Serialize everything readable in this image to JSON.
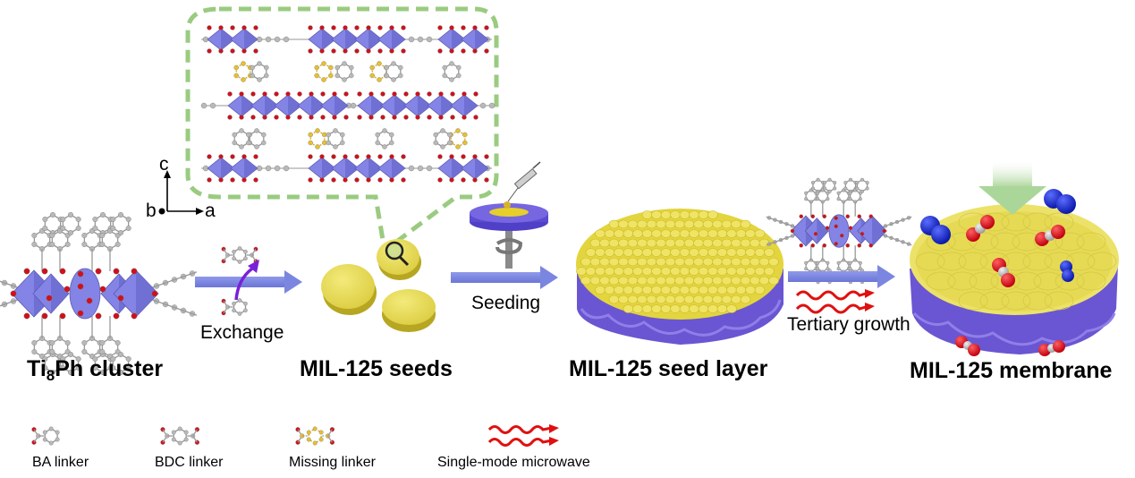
{
  "figure": {
    "stages": [
      {
        "id": "ti8ph-cluster",
        "title_main": "Ti",
        "title_sub": "8",
        "title_rest": "Ph cluster"
      },
      {
        "id": "mil125-seeds",
        "title": "MIL-125 seeds"
      },
      {
        "id": "mil125-seed-layer",
        "title": "MIL-125 seed layer"
      },
      {
        "id": "mil125-membrane",
        "title": "MIL-125 membrane"
      }
    ],
    "steps": [
      {
        "id": "exchange",
        "label": "Exchange"
      },
      {
        "id": "seeding",
        "label": "Seeding"
      },
      {
        "id": "tertiary-growth",
        "label": "Tertiary growth"
      }
    ],
    "axes": {
      "c": "c",
      "b": "b",
      "a": "a"
    },
    "legend": [
      {
        "id": "ba-linker",
        "label": "BA linker"
      },
      {
        "id": "bdc-linker",
        "label": "BDC linker"
      },
      {
        "id": "missing-linker",
        "label": "Missing linker"
      },
      {
        "id": "microwave",
        "label": "Single-mode microwave"
      }
    ],
    "colors": {
      "ti_polyhedra": "#8484e6",
      "oxygen": "#d0101a",
      "carbon": "#b9b9b9",
      "missing_linker": "#e8c02a",
      "seed_yellow": "#e9dc5a",
      "support_purple": "#7161d6",
      "process_arrow": "#7b86e0",
      "zoom_dash": "#9acb80",
      "microwave": "#e01010",
      "n2_blue": "#1428c8",
      "permeation_arrow": "#b8dcaa"
    }
  }
}
